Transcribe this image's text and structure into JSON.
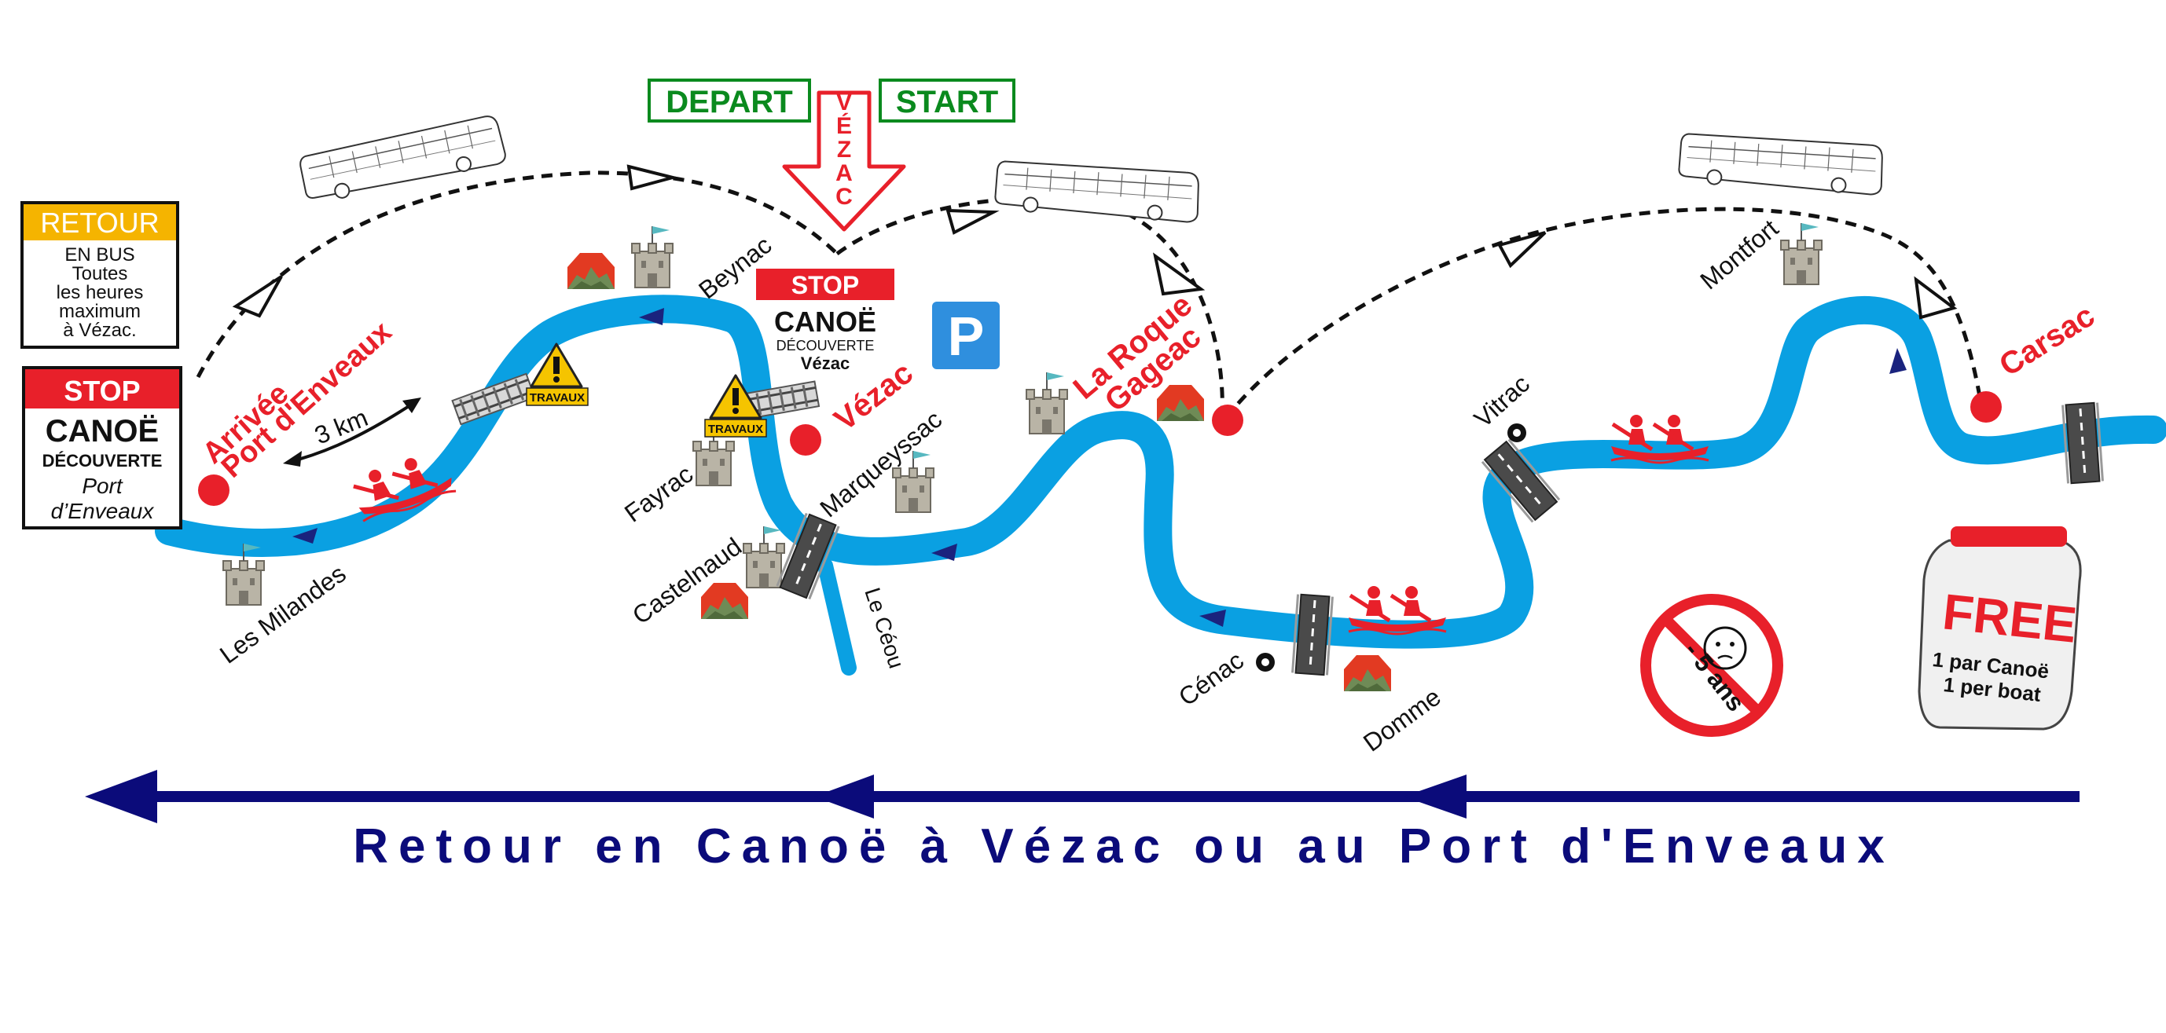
{
  "depart_label": "DEPART",
  "start_label": "START",
  "vezac_arrow_text": "VÉZAC",
  "retour_sign": {
    "title": "RETOUR",
    "lines": [
      "EN BUS",
      "Toutes",
      "les heures",
      "maximum",
      "à Vézac."
    ]
  },
  "stop_sign_left": {
    "stop": "STOP",
    "canoe": "CANOË",
    "decouverte": "DÉCOUVERTE",
    "place_line1": "Port",
    "place_line2": "d’Enveaux"
  },
  "stop_sign_center": {
    "stop": "STOP",
    "canoe": "CANOË",
    "decouverte": "DÉCOUVERTE",
    "place": "Vézac"
  },
  "parking_label": "P",
  "distance_label": "3 km",
  "travaux_label": "TRAVAUX",
  "stops": {
    "arrivee_line1": "Arrivée",
    "arrivee_line2": "Port d'Enveaux",
    "vezac": "Vézac",
    "roque_line1": "La Roque",
    "roque_line2": "Gageac",
    "carsac": "Carsac"
  },
  "places": {
    "beynac": "Beynac",
    "les_milandes": "Les Milandes",
    "fayrac": "Fayrac",
    "castelnaud": "Castelnaud",
    "marqueyssac": "Marqueyssac",
    "le_ceou": "Le Céou",
    "cenac": "Cénac",
    "domme": "Domme",
    "vitrac": "Vitrac",
    "montfort": "Montfort"
  },
  "no_kids_label": "- 5 ans",
  "free_badge": {
    "title": "FREE",
    "line1": "1 par Canoë",
    "line2": "1 per boat"
  },
  "footer_text": "Retour en Canoë à Vézac ou au Port d'Enveaux",
  "colors": {
    "river": "#0aa0e2",
    "stop_red": "#e8202a",
    "green_label": "#0a8a1e",
    "navy": "#0b0b7a",
    "retour_orange": "#f5b400",
    "parking_blue": "#2f8fde",
    "travaux_yellow": "#f5c400"
  },
  "icons": [
    "bus-icon",
    "castle-icon",
    "cave-icon",
    "bridge-icon",
    "canoe-icon",
    "warning-icon",
    "parking-icon",
    "no-kids-icon",
    "barrel-icon",
    "stop-dot-icon",
    "ferry-icon"
  ]
}
